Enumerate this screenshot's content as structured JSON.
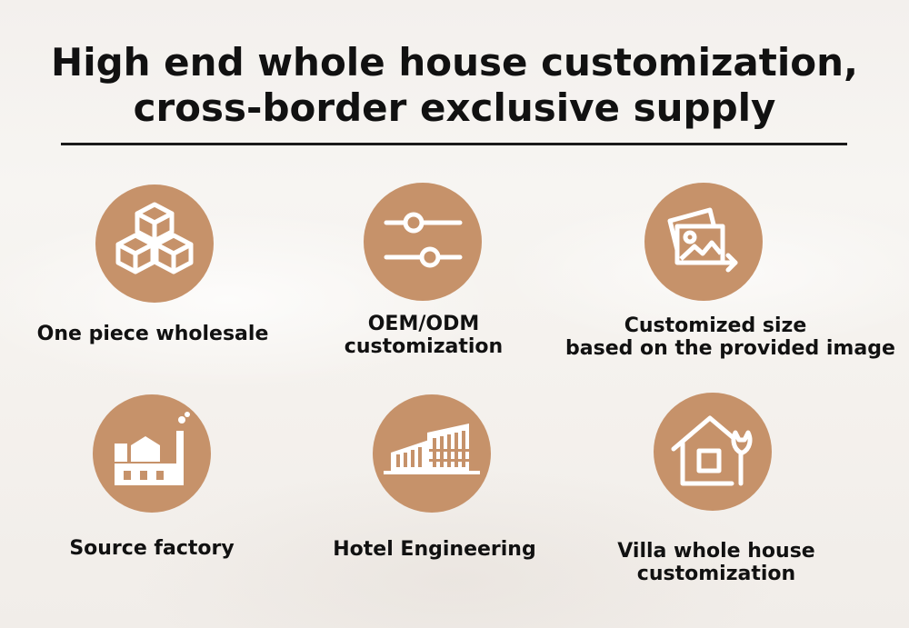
{
  "title": {
    "line1": "High end whole house customization,",
    "line2": "cross-border exclusive supply"
  },
  "features": [
    {
      "icon": "cubes-icon",
      "label_lines": [
        "One piece wholesale"
      ]
    },
    {
      "icon": "sliders-icon",
      "label_lines": [
        "OEM/ODM",
        "customization"
      ]
    },
    {
      "icon": "images-icon",
      "label_lines": [
        "Customized size",
        "based on the provided image"
      ]
    },
    {
      "icon": "factory-icon",
      "label_lines": [
        "Source factory"
      ]
    },
    {
      "icon": "buildings-icon",
      "label_lines": [
        "Hotel Engineering"
      ]
    },
    {
      "icon": "house-wrench-icon",
      "label_lines": [
        "Villa whole house",
        "customization"
      ]
    }
  ],
  "colors": {
    "accent": "#c6926a",
    "text": "#111111",
    "background": "#f4f1ee"
  }
}
